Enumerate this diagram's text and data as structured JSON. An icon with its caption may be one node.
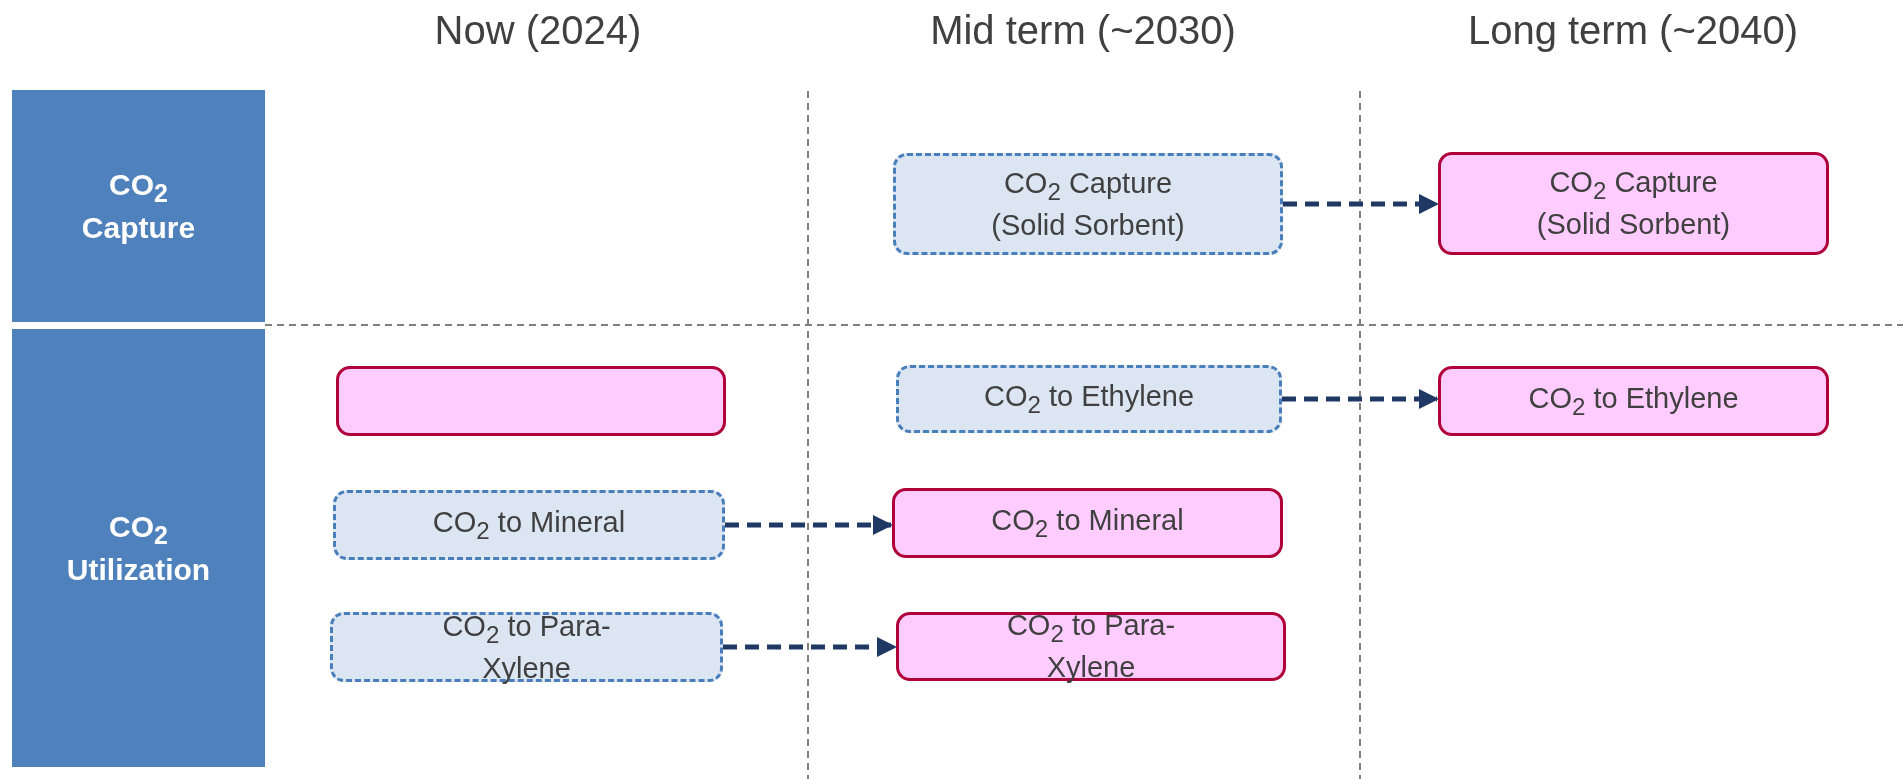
{
  "diagram": {
    "nodes": [
      {
        "text": [
          "CO$_{2}$ Capture"
        ]
      },
      {
        "text": [
          "CO$_{2}$ Capture (Solid Sorbent)"
        ]
      },
      {
        "text": [
          "CO$_{2}$ Capture (Solid Sorbent)"
        ]
      },
      {
        "text": [
          "CO$_{2}$ Utilization"
        ]
      },
      {
        "text": [],
        "shape": "box"
      },
      {
        "text": [
          "CO$_{2}$ to Ethylene"
        ]
      },
      {
        "text": [
          "CO$_{2}$ to Ethylene"
        ]
      },
      {
        "text": [
          "CO$_{2}$ to Mineral"
        ]
      },
      {
        "text": [
          "CO$_{2}$ to Mineral"
        ]
      },
      {
        "text": [
          "CO$_{2}$ to Para-Xylene"
        ]
      },
      {
        "text": [
          "CO$_{2}$ to Para-Xylene"
        ]
      }
    ],
    "edges": [
      {
        "from": 1,
        "to": 2,
        "arrow": "to",
        "style": "dashed"
      },
      {
        "from": 5,
        "to": 6,
        "arrow": "to",
        "style": "dashed"
      },
      {
        "from": 7,
        "to": 8,
        "arrow": "to",
        "style": "dashed"
      },
      {
        "from": 9,
        "to": 10,
        "arrow": "to",
        "style": "dashed"
      }
    ],
    "labels": [
      "Now (2024)",
      "Mid term (~2030)",
      "Long term (~2040)"
    ]
  }
}
